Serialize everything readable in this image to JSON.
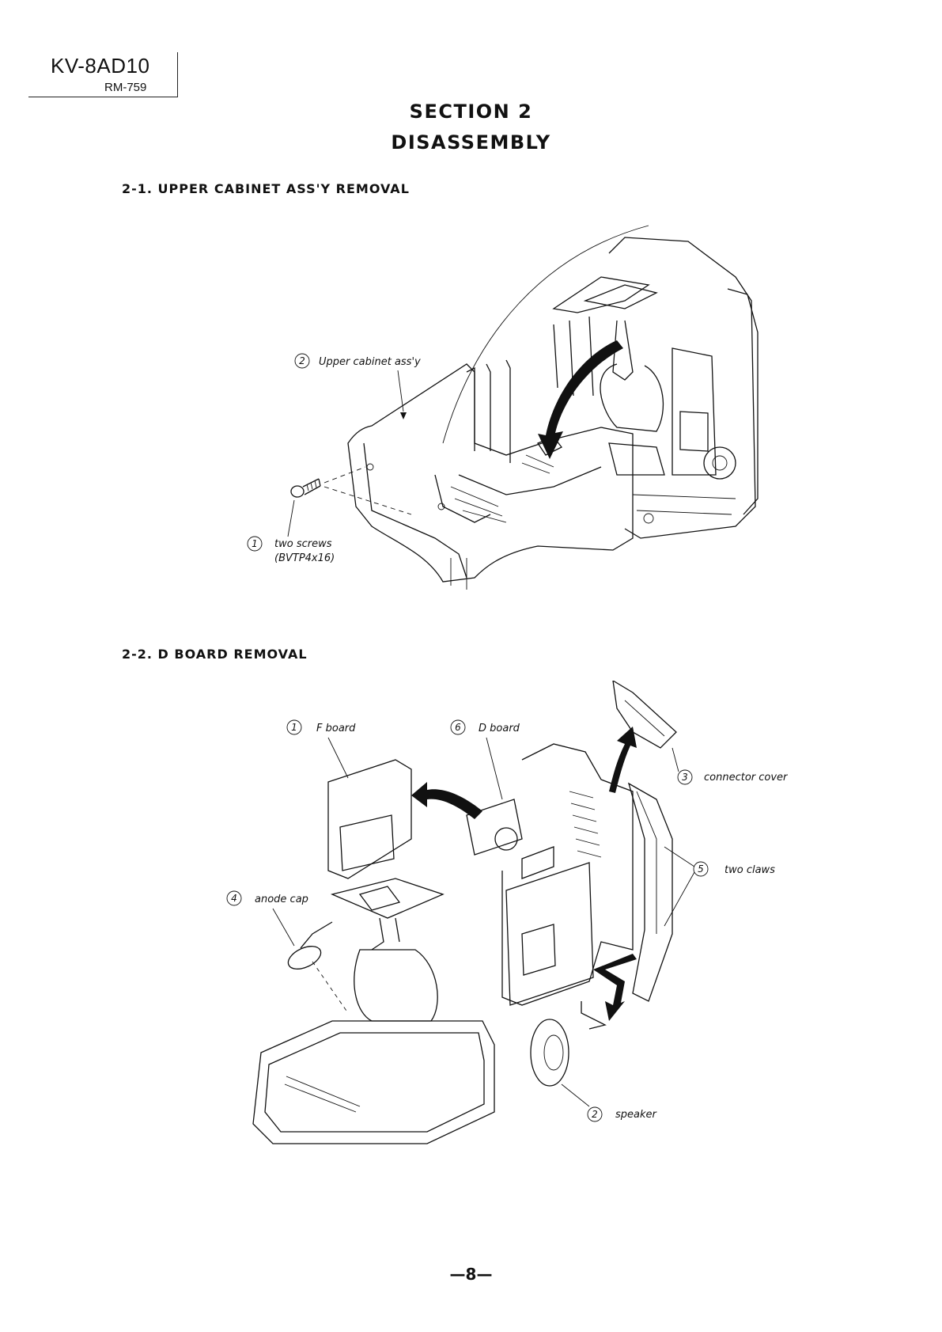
{
  "header": {
    "model": "KV-8AD10",
    "sub_model": "RM-759"
  },
  "section": {
    "number": "SECTION 2",
    "title": "DISASSEMBLY"
  },
  "procedures": [
    {
      "heading": "2-1.  UPPER CABINET ASS'Y REMOVAL",
      "callouts": [
        {
          "num": "2",
          "text": "Upper cabinet ass'y"
        },
        {
          "num": "1",
          "text": "two screws",
          "text2": "(BVTP4x16)"
        }
      ]
    },
    {
      "heading": "2-2.  D BOARD REMOVAL",
      "callouts": [
        {
          "num": "1",
          "text": "F board"
        },
        {
          "num": "6",
          "text": "D board"
        },
        {
          "num": "3",
          "text": "connector cover"
        },
        {
          "num": "5",
          "text": "two claws"
        },
        {
          "num": "4",
          "text": "anode cap"
        },
        {
          "num": "2",
          "text": "speaker"
        }
      ]
    }
  ],
  "footer": {
    "page": "—8—"
  }
}
